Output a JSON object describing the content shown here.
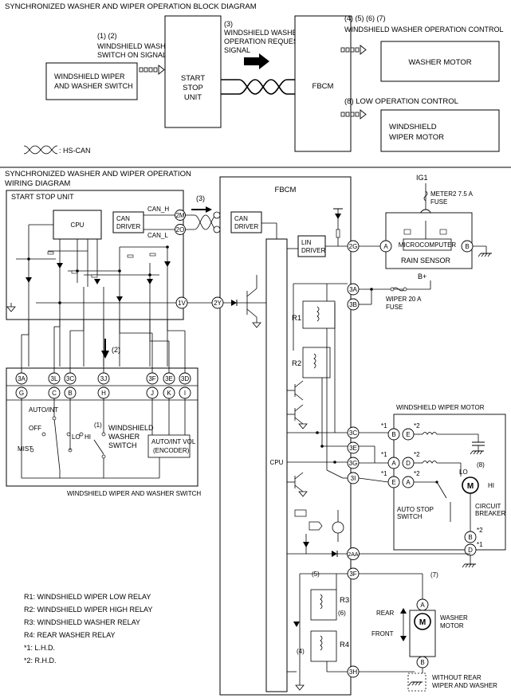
{
  "block_diagram": {
    "title": "SYNCHRONIZED WASHER AND WIPER OPERATION BLOCK DIAGRAM",
    "signal_1_2_num": "(1) (2)",
    "signal_1_2_line1": "WINDSHIELD WASHER",
    "signal_1_2_line2": "SWITCH ON SIGNAL",
    "switch_line1": "WINDSHIELD WIPER",
    "switch_line2": "AND WASHER SWITCH",
    "ssu_line1": "START",
    "ssu_line2": "STOP",
    "ssu_line3": "UNIT",
    "req_num": "(3)",
    "req_line1": "WINDSHIELD WASHER",
    "req_line2": "OPERATION REQUEST",
    "req_line3": "SIGNAL",
    "fbcm": "FBCM",
    "washer_ctrl_num": "(4) (5) (6) (7)",
    "washer_ctrl_label": "WINDSHIELD WASHER  OPERATION CONTROL",
    "washer_motor": "WASHER MOTOR",
    "low_ctrl": "(8) LOW OPERATION CONTROL",
    "wiper_motor_line1": "WINDSHIELD",
    "wiper_motor_line2": "WIPER MOTOR",
    "hscan_legend": ": HS-CAN"
  },
  "wiring": {
    "title_line1": "SYNCHRONIZED WASHER AND WIPER OPERATION",
    "title_line2": "WIRING DIAGRAM",
    "ssu_title": "START STOP UNIT",
    "cpu": "CPU",
    "can_driver_line1": "CAN",
    "can_driver_line2": "DRIVER",
    "can_h": "CAN_H",
    "can_l": "CAN_L",
    "sig3": "(3)",
    "sig2": "(2)",
    "fbcm": "FBCM",
    "lin_line1": "LIN",
    "lin_line2": "DRIVER",
    "ig1": "IG1",
    "meter_fuse_line1": "METER2 7.5 A",
    "meter_fuse_line2": "FUSE",
    "microcomputer": "MICROCOMPUTER",
    "rain_sensor": "RAIN SENSOR",
    "bplus": "B+",
    "wiper_fuse_line1": "WIPER 20 A",
    "wiper_fuse_line2": "FUSE",
    "r1": "R1",
    "r2": "R2",
    "r3": "R3",
    "r4": "R4",
    "wwm_title": "WINDSHIELD WIPER MOTOR",
    "lo": "LO",
    "hi": "HI",
    "sig8": "(8)",
    "auto_stop_line1": "AUTO STOP",
    "auto_stop_line2": "SWITCH",
    "breaker_line1": "CIRCUIT",
    "breaker_line2": "BREAKER",
    "mark1": "*1",
    "mark2": "*2",
    "sig5": "(5)",
    "sig6": "(6)",
    "sig7": "(7)",
    "sig4": "(4)",
    "sig1": "(1)",
    "rear": "REAR",
    "front": "FRONT",
    "washer_motor_line1": "WASHER",
    "washer_motor_line2": "MOTOR",
    "without_rear_line1": "WITHOUT REAR",
    "without_rear_line2": "WIPER AND WASHER",
    "sw_auto_int": "AUTO/INT",
    "sw_off": "OFF",
    "sw_mist": "MIST",
    "sw_lo": "LO",
    "sw_hi": "HI",
    "sw_washer_line1": "WINDSHIELD",
    "sw_washer_line2": "WASHER",
    "sw_washer_line3": "SWITCH",
    "encoder_line1": "AUTO/INT VOL",
    "encoder_line2": "(ENCODER)",
    "switch_caption": "WINDSHIELD WIPER AND WASHER SWITCH",
    "switch_top_terms": [
      "3A",
      "3L",
      "3C",
      "3J",
      "3F",
      "3E",
      "3D"
    ],
    "switch_bottom_terms": [
      "G",
      "C",
      "B",
      "H",
      "J",
      "K",
      "I"
    ],
    "fbcm_terms": {
      "t2M": "2M",
      "t2O": "2O",
      "t1V": "1V",
      "t2Y": "2Y",
      "t2G": "2G",
      "t3A": "3A",
      "t3B": "3B",
      "t3C": "3C",
      "t3E": "3E",
      "t3G": "3G",
      "t3I": "3I",
      "t2AA": "2AA",
      "t3F": "3F",
      "t3H": "3H"
    },
    "motor_terms": {
      "B": "B",
      "E": "E",
      "A": "A",
      "D": "D"
    }
  },
  "legend": [
    "R1: WINDSHIELD WIPER LOW RELAY",
    "R2: WINDSHIELD WIPER HIGH RELAY",
    "R3: WINDSHIELD WASHER RELAY",
    "R4: REAR WASHER RELAY",
    "*1: L.H.D.",
    "*2: R.H.D."
  ]
}
